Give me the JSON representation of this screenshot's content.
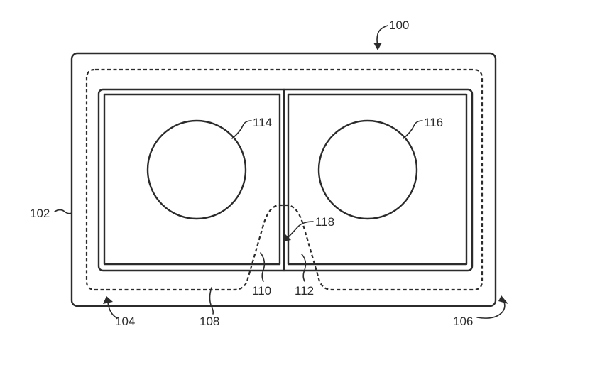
{
  "labels": {
    "ref_100": "100",
    "ref_102": "102",
    "ref_104": "104",
    "ref_106": "106",
    "ref_108": "108",
    "ref_110": "110",
    "ref_112": "112",
    "ref_114": "114",
    "ref_116": "116",
    "ref_118": "118"
  },
  "colors": {
    "ink": "#2b2b2b",
    "background": "#ffffff"
  }
}
